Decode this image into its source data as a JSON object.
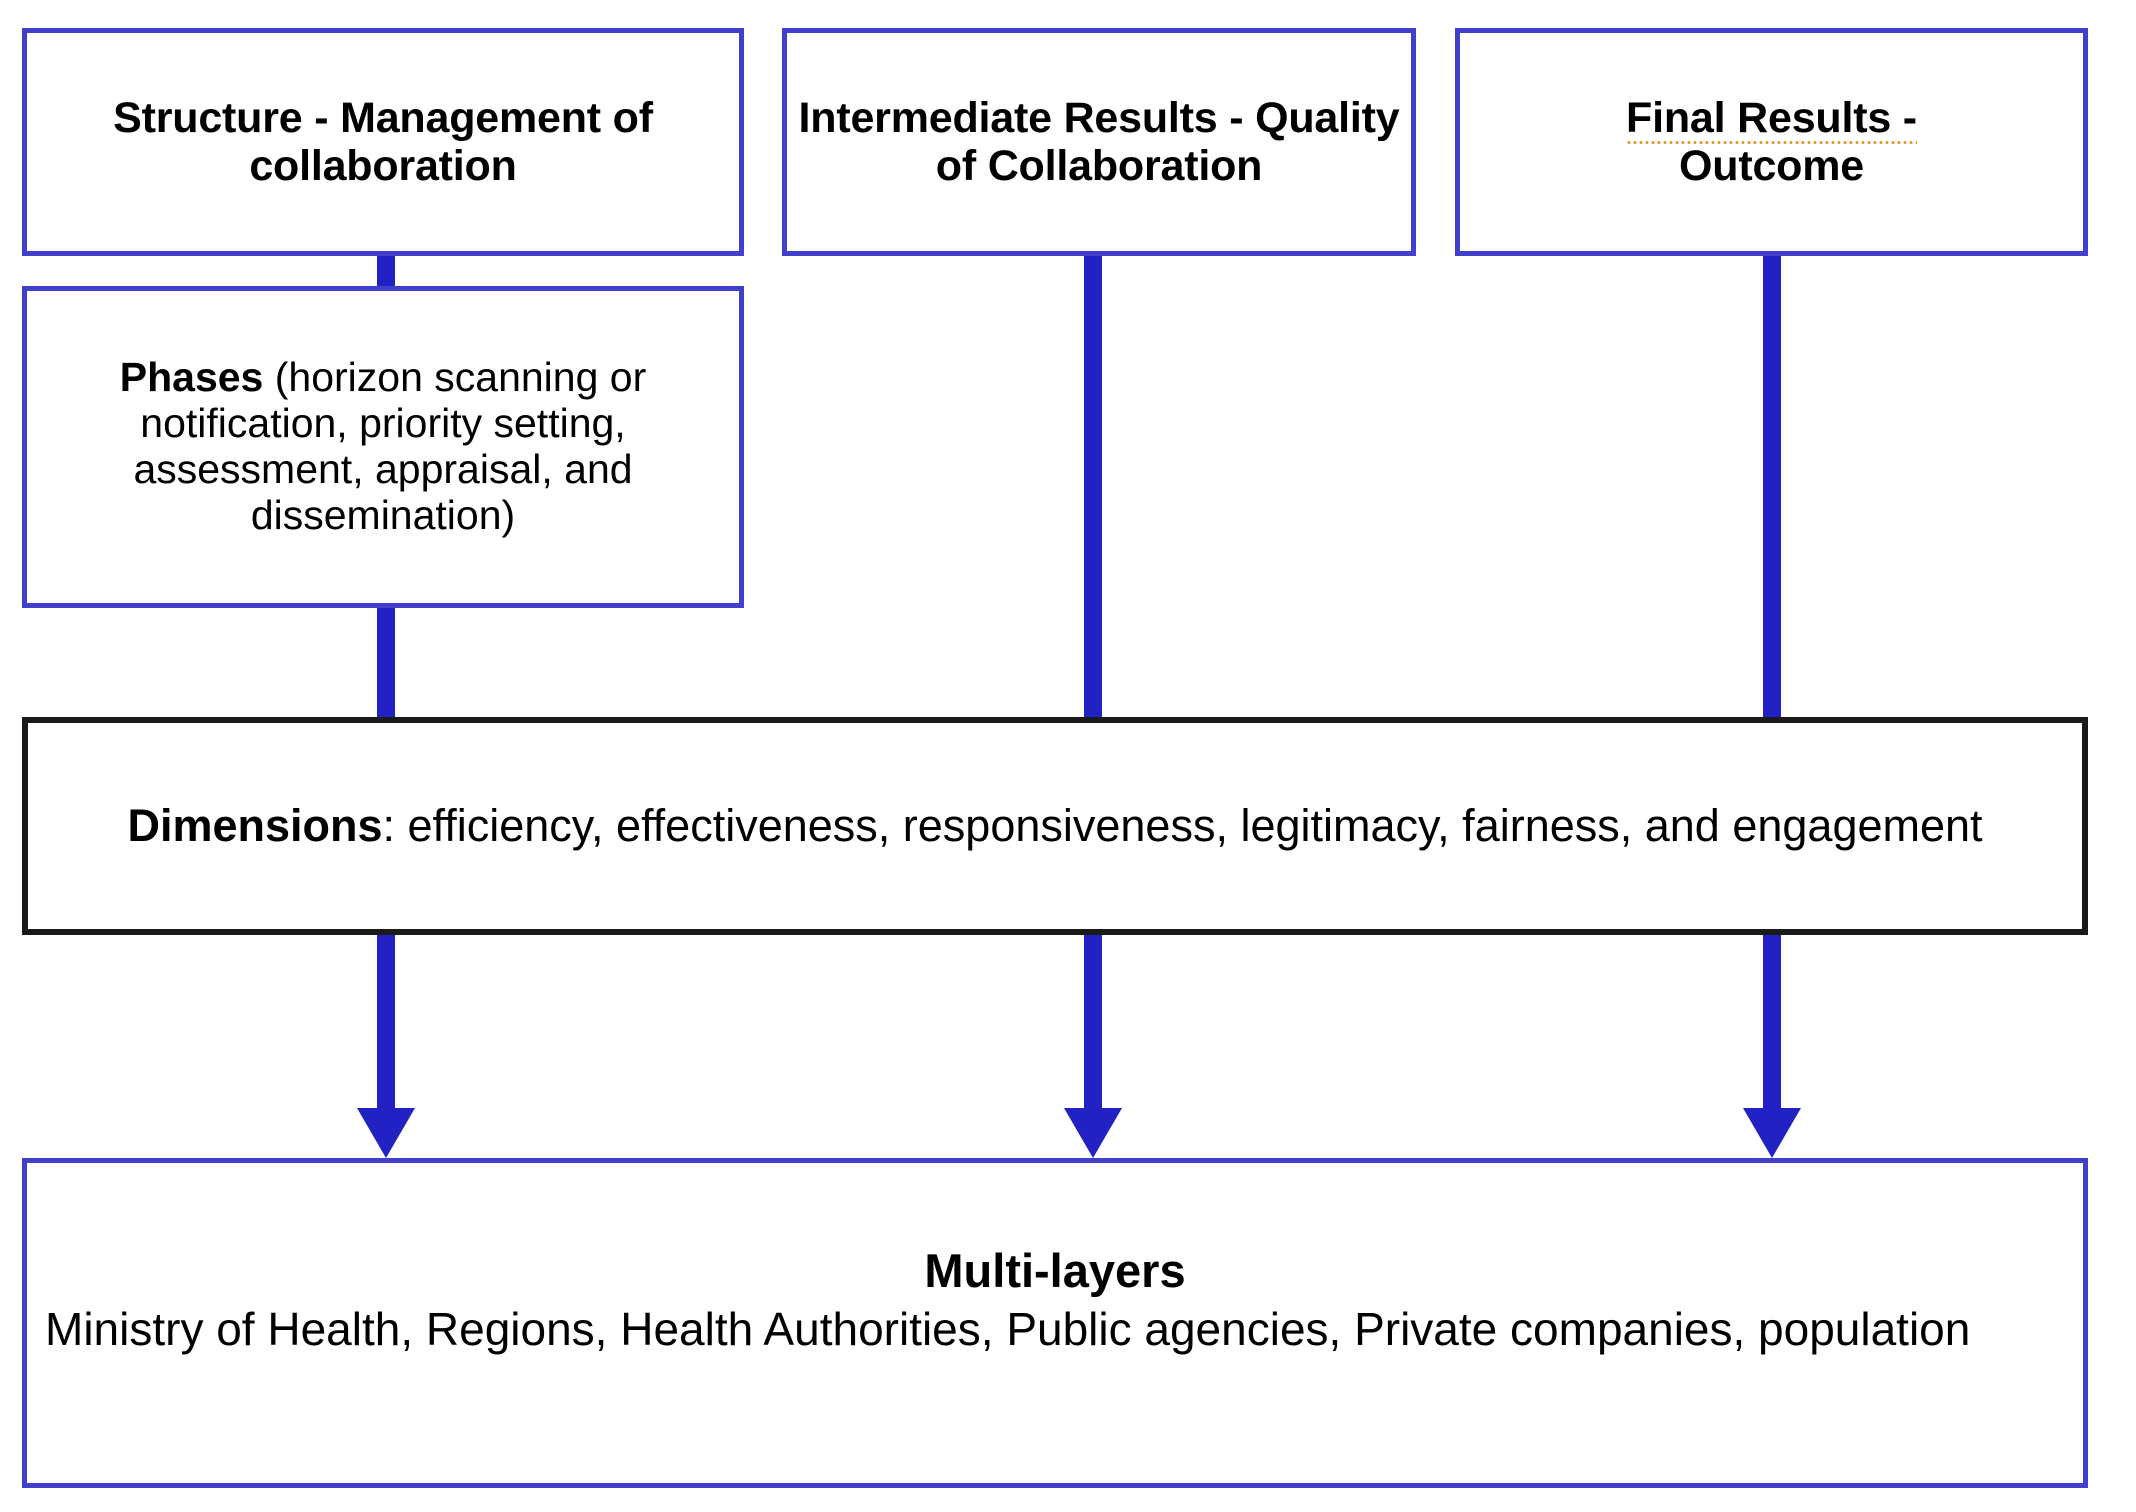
{
  "diagram": {
    "title_nodes": [
      {
        "id": "structure",
        "label": "Structure - Management of collaboration"
      },
      {
        "id": "intermediate",
        "label": "Intermediate Results - Quality of Collaboration"
      },
      {
        "id": "final",
        "label_line1": "Final Results -",
        "label_line2": "Outcome",
        "spellcheck_underline_line": "Final Results -"
      }
    ],
    "phases_node": {
      "id": "phases",
      "keyword": "Phases",
      "body": " (horizon scanning or notification, priority setting, assessment, appraisal, and dissemination)"
    },
    "dimensions_node": {
      "id": "dimensions",
      "keyword": "Dimensions",
      "body": ": efficiency, effectiveness, responsiveness, legitimacy, fairness, and engagement"
    },
    "multilayers_node": {
      "id": "multilayers",
      "heading": "Multi-layers",
      "body": "Ministry of Health, Regions, Health Authorities, Public agencies, Private companies, population"
    },
    "connectors": [
      {
        "id": "structure-to-phases",
        "from": "structure",
        "to": "phases",
        "arrowhead": false
      },
      {
        "id": "phases-to-dimensions",
        "from": "phases",
        "to": "dimensions",
        "arrowhead": false
      },
      {
        "id": "dimensions-to-multilayers-left",
        "from": "dimensions",
        "to": "multilayers",
        "arrowhead": true
      },
      {
        "id": "intermediate-to-dimensions",
        "from": "intermediate",
        "to": "dimensions",
        "arrowhead": false
      },
      {
        "id": "dimensions-to-multilayers-center",
        "from": "dimensions",
        "to": "multilayers",
        "arrowhead": true
      },
      {
        "id": "final-to-dimensions",
        "from": "final",
        "to": "dimensions",
        "arrowhead": false
      },
      {
        "id": "dimensions-to-multilayers-right",
        "from": "dimensions",
        "to": "multilayers",
        "arrowhead": true
      }
    ],
    "colors": {
      "node_border_blue": "#4040CC",
      "node_border_black": "#1A1A1A",
      "connector_blue": "#2222C4",
      "spellcheck_underline": "#D99A3A",
      "background": "#FFFFFF",
      "text": "#000000"
    }
  }
}
